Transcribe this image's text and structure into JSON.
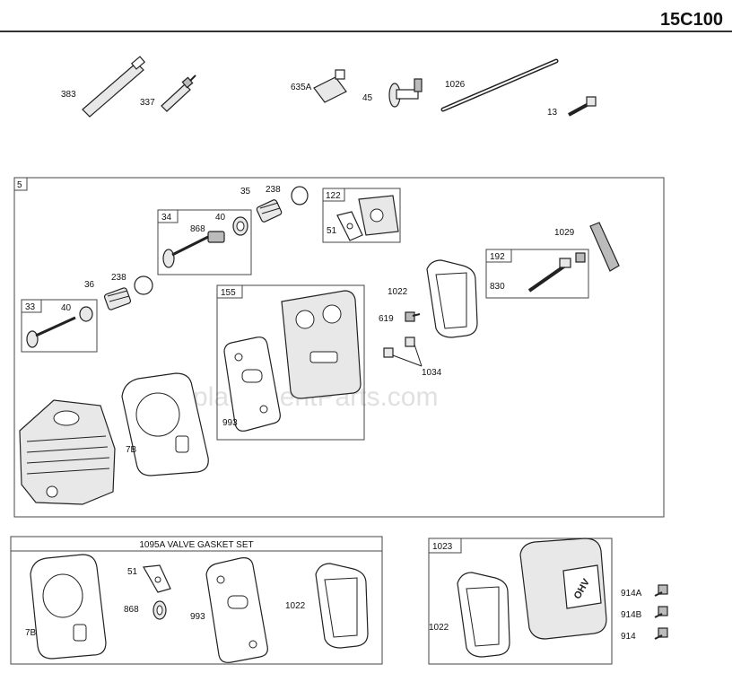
{
  "model": "15C100",
  "watermark": "eReplacementParts.com",
  "labels": {
    "p383": "383",
    "p337": "337",
    "p635a": "635A",
    "p45": "45",
    "p1026": "1026",
    "p13": "13",
    "g5": "5",
    "g34": "34",
    "p868a": "868",
    "p40a": "40",
    "p35": "35",
    "p238a": "238",
    "g122": "122",
    "p51a": "51",
    "p1029": "1029",
    "g192": "192",
    "p830": "830",
    "p36": "36",
    "p238b": "238",
    "g33": "33",
    "p40b": "40",
    "g155": "155",
    "p993a": "993",
    "p1022a": "1022",
    "p619": "619",
    "p1034": "1034",
    "p7ba": "7B",
    "p1023": "1023",
    "p51b": "51",
    "p868b": "868",
    "p993b": "993",
    "p1022b": "1022",
    "p7bb": "7B",
    "p1022c": "1022",
    "p914a": "914A",
    "p914b": "914B",
    "p914": "914"
  },
  "kit_title": "1095A VALVE GASKET SET"
}
